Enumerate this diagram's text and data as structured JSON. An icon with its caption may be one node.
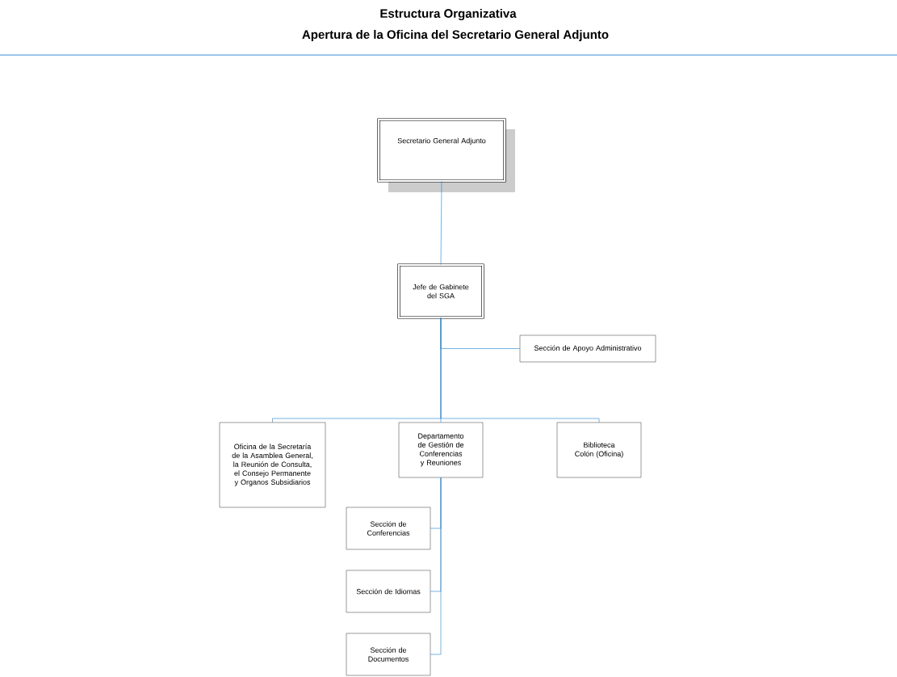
{
  "diagram": {
    "title": "Estructura Organizativa",
    "nodes": [
      {
        "text": [
          "Secretario General Adjunto"
        ]
      },
      {
        "text": [
          "Jefe de Gabinete del SGA"
        ]
      },
      {
        "text": [
          "Sección de Apoyo Administrativo"
        ]
      },
      {
        "text": [
          "Oficina de la Secretaría de la Asamblea General, la Reunión de Consulta, el Consejo Permanente y Organos Subsidiarios"
        ]
      },
      {
        "text": [
          "Departamento de Gestión de Conferencias y Reuniones"
        ]
      },
      {
        "text": [
          "Biblioteca Colón (Oficina)"
        ]
      },
      {
        "text": [
          "Sección de Conferencias"
        ]
      },
      {
        "text": [
          "Sección de Idiomas"
        ]
      },
      {
        "text": [
          "Sección de Documentos"
        ]
      }
    ],
    "edges": [
      {
        "from": 0,
        "to": 1,
        "arrow": "none"
      },
      {
        "from": 1,
        "to": 2,
        "arrow": "none"
      },
      {
        "from": 1,
        "to": 3,
        "arrow": "none"
      },
      {
        "from": 1,
        "to": 4,
        "arrow": "none"
      },
      {
        "from": 1,
        "to": 5,
        "arrow": "none"
      },
      {
        "from": 4,
        "to": 6,
        "arrow": "none"
      },
      {
        "from": 4,
        "to": 7,
        "arrow": "none"
      },
      {
        "from": 4,
        "to": 8,
        "arrow": "none"
      }
    ],
    "labels": [
      "Apertura de la Oficina del Secretario General Adjunto"
    ]
  }
}
